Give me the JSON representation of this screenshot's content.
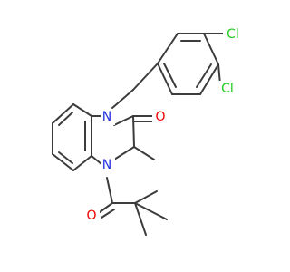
{
  "molecule": {
    "labels": {
      "cl_upper": "Cl",
      "cl_lower": "Cl",
      "n_top": "N",
      "n_bottom": "N",
      "o_lactam": "O",
      "o_ketone": "O"
    },
    "colors": {
      "bond": "#3c3c3c",
      "nitrogen": "#2030e0",
      "oxygen": "#f00000",
      "chlorine": "#1fcc1f"
    }
  }
}
